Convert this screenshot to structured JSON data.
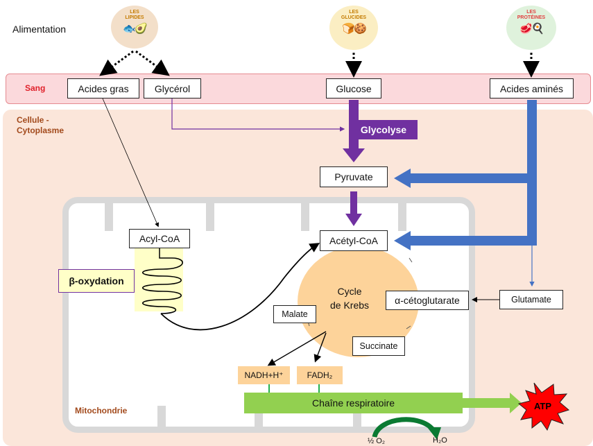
{
  "labels": {
    "alimentation": "Alimentation",
    "sang": "Sang",
    "cellule_cytoplasme": "Cellule -\nCytoplasme",
    "mitochondrie": "Mitochondrie"
  },
  "food": {
    "lipides": "LES LIPIDES",
    "glucides": "LES GLUCIDES",
    "proteines": "LES PROTÉINES"
  },
  "blood": {
    "acides_gras": "Acides gras",
    "glycerol": "Glycérol",
    "glucose": "Glucose",
    "acides_amines": "Acides aminés"
  },
  "metabolites": {
    "glycolyse": "Glycolyse",
    "pyruvate": "Pyruvate",
    "acyl_coa": "Acyl-CoA",
    "acetyl_coa": "Acétyl-CoA",
    "beta_oxydation": "β-oxydation",
    "cycle_krebs": "Cycle\nde Krebs",
    "malate": "Malate",
    "alpha_ceto": "α-cétoglutarate",
    "glutamate": "Glutamate",
    "succinate": "Succinate",
    "nadh": "NADH+H⁺",
    "fadh2": "FADH₂",
    "chaine": "Chaîne respiratoire",
    "atp": "ATP",
    "o2": "½ O₂",
    "h2o": "H₂O"
  },
  "colors": {
    "sang_band": "#fbd9dc",
    "cytoplasm": "#fbe6da",
    "glycolyse": "#7030a0",
    "amino_arrows": "#4472c4",
    "krebs": "#fdd39a",
    "chain": "#92d050",
    "atp_star": "#ff0000"
  }
}
